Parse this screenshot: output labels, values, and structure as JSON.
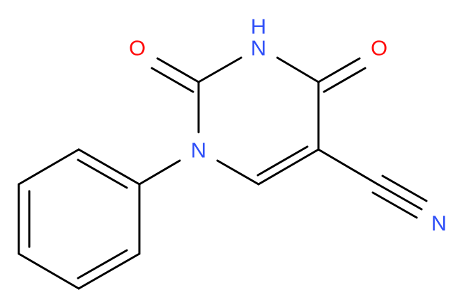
{
  "molecule": {
    "atom_labels": {
      "o_left": "O",
      "o_right": "O",
      "nh": "H",
      "n3": "N",
      "n1": "N",
      "n_nitrile": "N"
    },
    "colors": {
      "bond": "#000000",
      "oxygen": "#ff0d0d",
      "nitrogen": "#3050f8"
    }
  }
}
